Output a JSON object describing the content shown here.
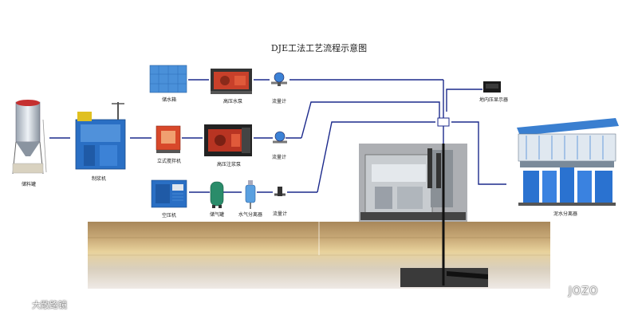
{
  "title": "DJE工法工艺流程示意图",
  "labels": {
    "storage_tank": "储料罐",
    "slurry_maker": "制浆机",
    "water_tank": "储水箱",
    "hp_water_pump": "高压水泵",
    "flow_meter_1": "流量计",
    "vertical_mixer": "立式搅拌机",
    "hp_slurry_pump": "高压注浆泵",
    "flow_meter_2": "流量计",
    "air_compressor": "空压机",
    "air_tank": "储气罐",
    "water_gas_separator": "水气分离器",
    "flow_meter_3": "流量计",
    "pressure_display": "地内压显示器",
    "separator": "泥水分离器"
  },
  "watermarks": {
    "left": "大敞路镜",
    "right": "JOZO"
  },
  "colors": {
    "pipe": "#1c2a8c",
    "blue_equipment": "#2a6fc4",
    "red_equipment": "#c8402a",
    "green_equipment": "#2a8c6a",
    "drill": "#1a1a1a"
  }
}
